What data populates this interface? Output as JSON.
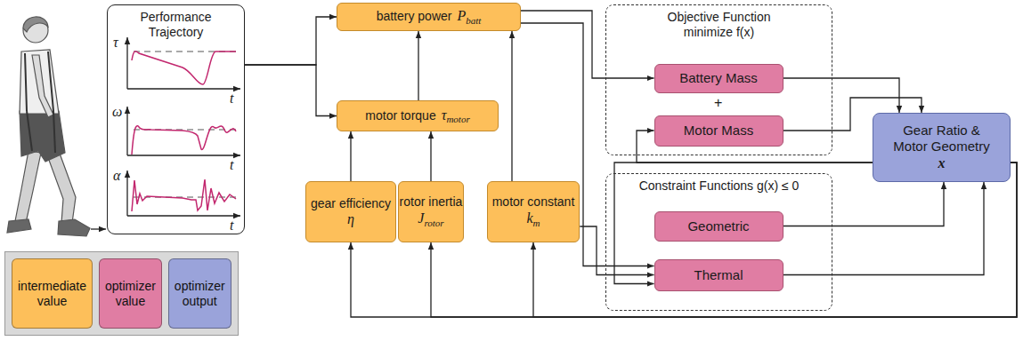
{
  "diagram": {
    "nodes": [
      {
        "text": [
          "Performance Trajectory"
        ]
      },
      {
        "text": [
          "battery power",
          "P",
          "batt"
        ]
      },
      {
        "text": [
          "motor torque",
          "τ",
          "motor"
        ]
      },
      {
        "text": [
          "gear efficiency",
          "η"
        ]
      },
      {
        "text": [
          "rotor inertia",
          "J",
          "rotor"
        ]
      },
      {
        "text": [
          "motor constant",
          "k",
          "m"
        ]
      },
      {
        "text": [
          "Objective Function",
          "minimize f(x)"
        ]
      },
      {
        "text": [
          "Battery Mass"
        ],
        "in": 6
      },
      {
        "text": [
          "Motor Mass"
        ],
        "in": 6
      },
      {
        "text": [
          "Constraint Functions g(x) ≤ 0"
        ]
      },
      {
        "text": [
          "Geometric"
        ],
        "in": 9
      },
      {
        "text": [
          "Thermal"
        ],
        "in": 9
      },
      {
        "text": [
          "Gear Ratio & Motor Geometry",
          "x"
        ]
      }
    ],
    "edges": [
      {
        "from": 0,
        "to": 1,
        "arrow": "to"
      },
      {
        "from": 0,
        "to": 2,
        "arrow": "to"
      },
      {
        "from": 2,
        "to": 1,
        "arrow": "to"
      },
      {
        "from": 3,
        "to": 2,
        "arrow": "to"
      },
      {
        "from": 4,
        "to": 2,
        "arrow": "to"
      },
      {
        "from": 5,
        "to": 1,
        "arrow": "to"
      },
      {
        "from": 1,
        "to": 7,
        "arrow": "to"
      },
      {
        "from": 1,
        "to": 11,
        "arrow": "to"
      },
      {
        "from": 5,
        "to": 11,
        "arrow": "to"
      },
      {
        "from": 12,
        "to": 8,
        "arrow": "to"
      },
      {
        "from": 12,
        "to": 11,
        "arrow": "to"
      },
      {
        "from": 12,
        "to": 3,
        "arrow": "to"
      },
      {
        "from": 12,
        "to": 4,
        "arrow": "to"
      },
      {
        "from": 12,
        "to": 5,
        "arrow": "to"
      },
      {
        "from": 7,
        "to": 12,
        "arrow": "to"
      },
      {
        "from": 8,
        "to": 12,
        "arrow": "to"
      },
      {
        "from": 10,
        "to": 12,
        "arrow": "to"
      },
      {
        "from": 11,
        "to": 12,
        "arrow": "to"
      }
    ],
    "labels": [
      "τ",
      "t",
      "ω",
      "t",
      "α",
      "t",
      "+"
    ],
    "legend": [
      {
        "text": "intermediate value",
        "color": "#fdbf5a"
      },
      {
        "text": "optimizer value",
        "color": "#e07da3"
      },
      {
        "text": "optimizer output",
        "color": "#9aa3da"
      }
    ]
  }
}
